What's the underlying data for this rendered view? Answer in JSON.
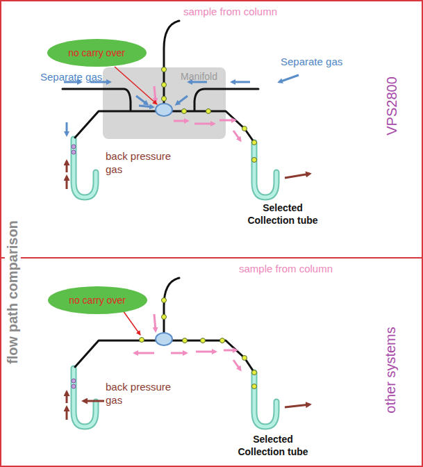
{
  "diagram": {
    "nodes": [
      {
        "text": [
          "VPS2800"
        ]
      },
      {
        "text": [
          "Manifold"
        ],
        "in": 0
      },
      {
        "text": [
          "no carry over"
        ],
        "in": 0
      },
      {
        "text": [
          "other systems"
        ]
      },
      {
        "text": [
          "no carry over"
        ],
        "in": 3
      }
    ],
    "labels": [
      "flow path comparison",
      "sample from column",
      "Separate gas",
      "Separate gas",
      "back pressure gas",
      "Selected Collection tube",
      "sample from column",
      "back pressure gas",
      "Selected Collection tube"
    ]
  }
}
